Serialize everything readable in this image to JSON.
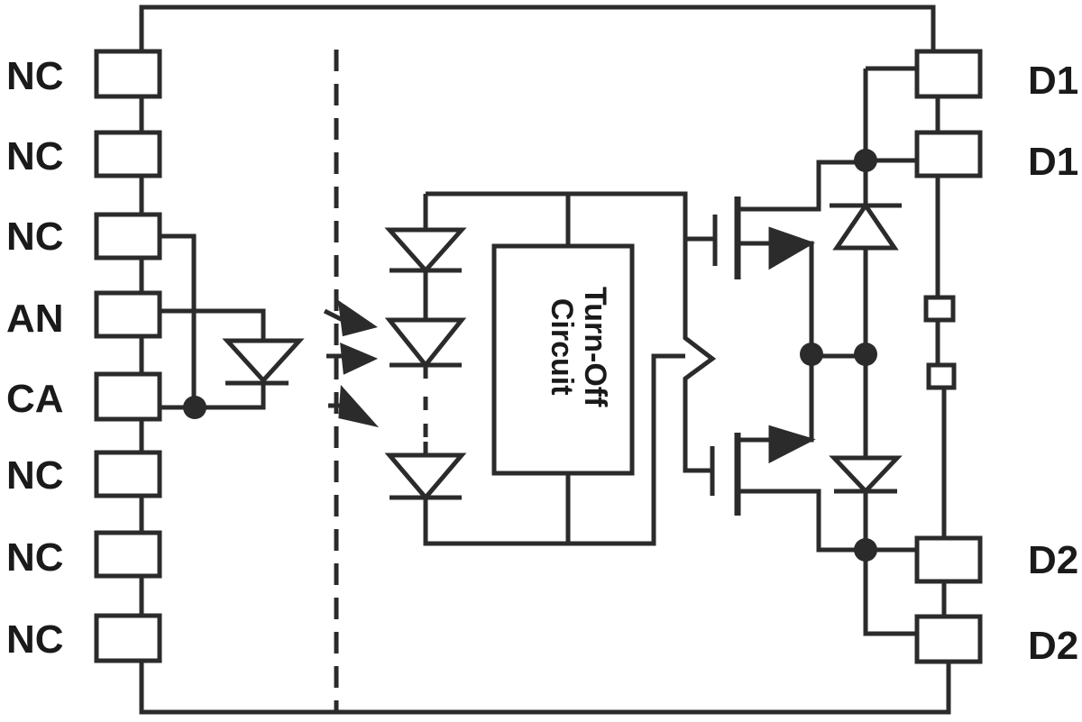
{
  "left_pins": [
    {
      "label": "NC"
    },
    {
      "label": "NC"
    },
    {
      "label": "NC"
    },
    {
      "label": "AN"
    },
    {
      "label": "CA"
    },
    {
      "label": "NC"
    },
    {
      "label": "NC"
    },
    {
      "label": "NC"
    }
  ],
  "right_pins": [
    {
      "label": "D1"
    },
    {
      "label": "D1"
    },
    {
      "label": "D2"
    },
    {
      "label": "D2"
    }
  ],
  "turn_off_block": {
    "line1": "Turn-Off",
    "line2": "Circuit"
  },
  "colors": {
    "stroke": "#2b2b2b",
    "fill": "#2b2b2b",
    "background": "#ffffff"
  }
}
